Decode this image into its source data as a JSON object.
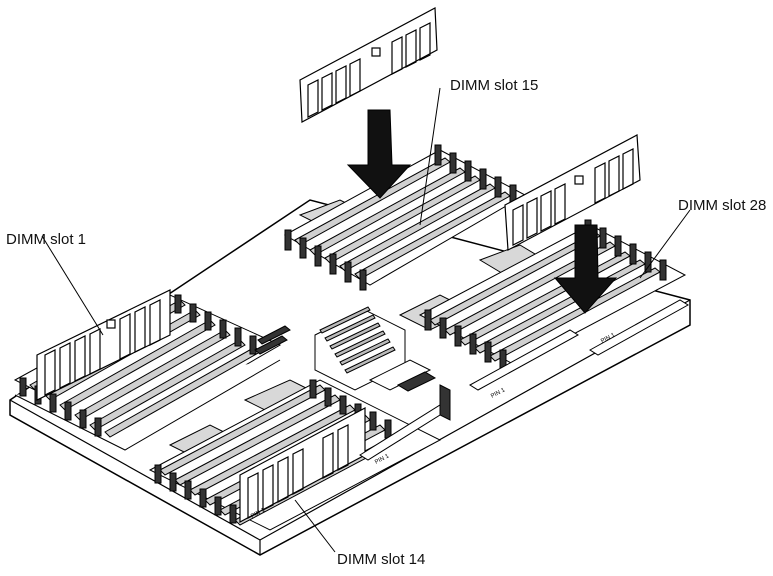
{
  "callouts": {
    "slot15": "DIMM slot 15",
    "slot1": "DIMM slot 1",
    "slot28": "DIMM slot 28",
    "slot14": "DIMM slot 14"
  },
  "pin_marker": "PIN 1",
  "colors": {
    "line": "#000000",
    "board": "#ffffff",
    "shade": "#d6d6d6",
    "dark": "#1a1a1a"
  }
}
